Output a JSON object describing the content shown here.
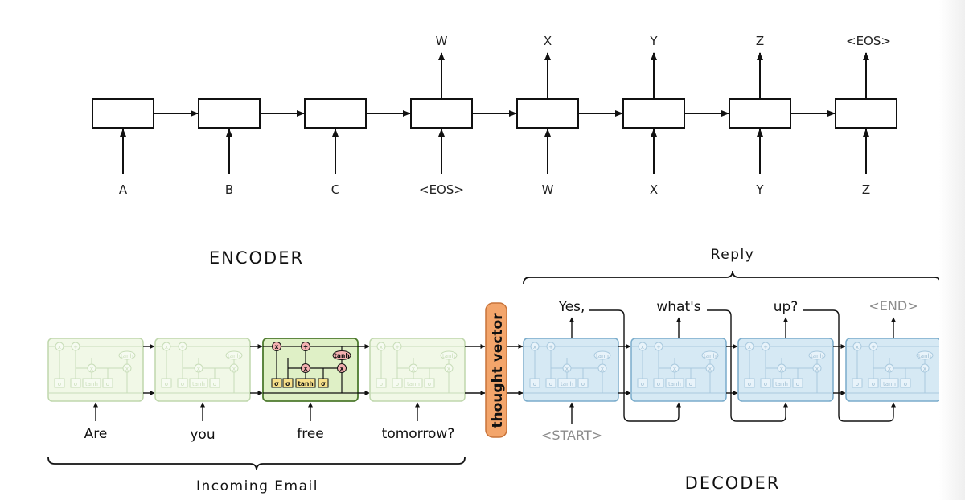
{
  "seq2seq": {
    "input_labels": [
      "A",
      "B",
      "C",
      "<EOS>",
      "W",
      "X",
      "Y",
      "Z"
    ],
    "output_labels": [
      "W",
      "X",
      "Y",
      "Z",
      "<EOS>"
    ]
  },
  "encoder_title": "ENCODER",
  "decoder_title": "DECODER",
  "reply_label": "Reply",
  "incoming_label": "Incoming Email",
  "thought_vector": "thought vector",
  "start_token": "<START>",
  "end_token": "<END>",
  "email_words": [
    "Are",
    "you",
    "free",
    "tomorrow?"
  ],
  "reply_words": [
    "Yes,",
    "what's",
    "up?"
  ],
  "cell_ops": {
    "sigma": "σ",
    "tanh": "tanh",
    "times": "x",
    "plus": "+"
  },
  "colors": {
    "encoder_fill": "#e6f3d4",
    "encoder_stroke": "#8bb86a",
    "decoder_fill": "#d6e9f4",
    "decoder_stroke": "#7aaccb",
    "thought_fill": "#f3a56b",
    "thought_stroke": "#c8743a",
    "gate_fill": "#f7e08a",
    "op_fill": "#f3b0b0",
    "muted_text": "#8c8c8c"
  }
}
